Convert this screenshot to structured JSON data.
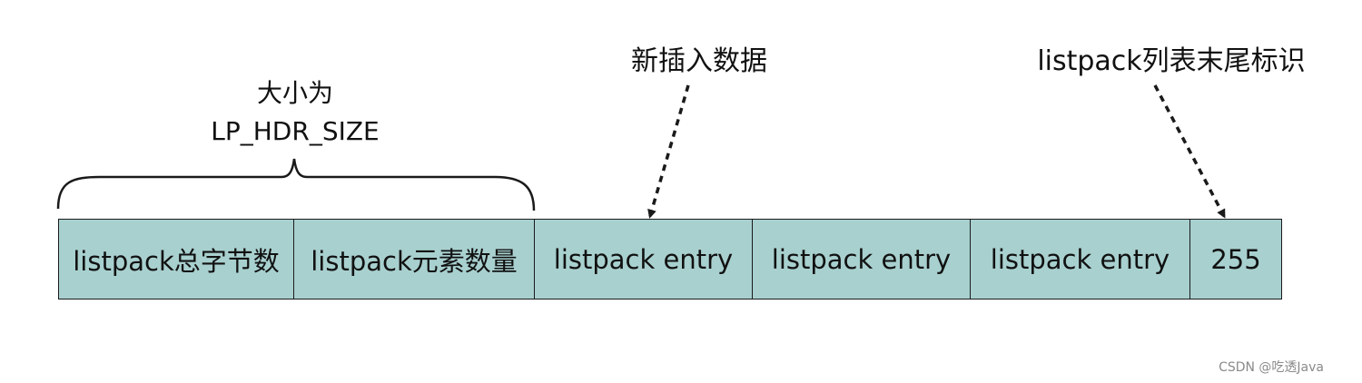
{
  "labels": {
    "size_line1": "大小为",
    "size_line2": "LP_HDR_SIZE",
    "insert": "新插入数据",
    "end_marker": "listpack列表末尾标识"
  },
  "cells": [
    "listpack总字节数",
    "listpack元素数量",
    "listpack entry",
    "listpack entry",
    "listpack entry",
    "255"
  ],
  "colors": {
    "cell_fill": "#a8d0cf",
    "line": "#1a1a1a"
  },
  "watermark": "CSDN @吃透Java"
}
